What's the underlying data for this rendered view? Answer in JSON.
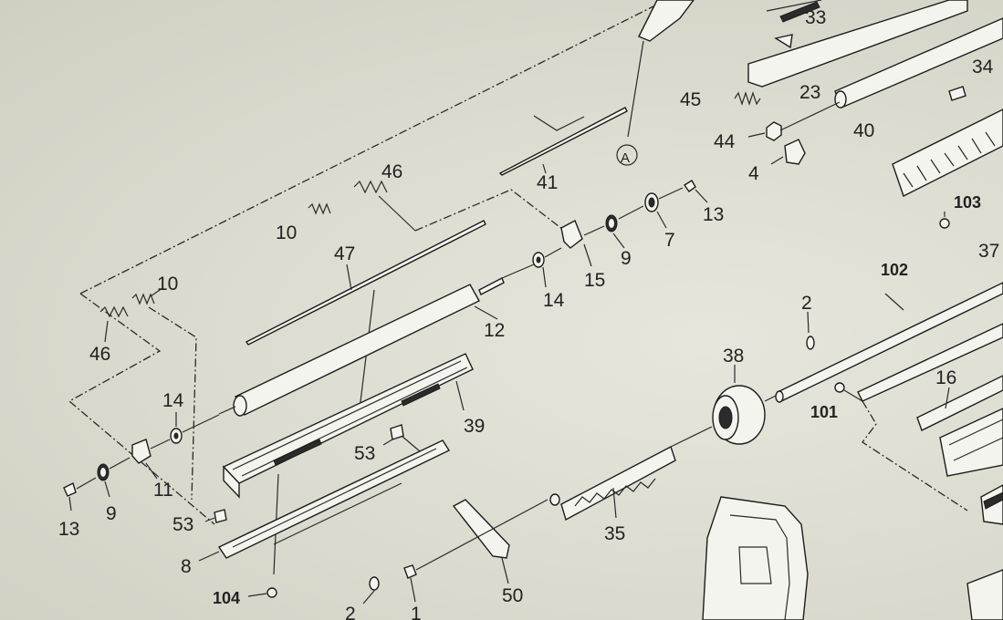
{
  "labels": {
    "p33": "33",
    "p23": "23",
    "p34": "34",
    "p45": "45",
    "p44": "44",
    "p4": "4",
    "p40": "40",
    "p103": "103",
    "pA": "A",
    "p41": "41",
    "p46a": "46",
    "p13a": "13",
    "p7": "7",
    "p10a": "10",
    "p9a": "9",
    "p15": "15",
    "p47": "47",
    "p14a": "14",
    "p12": "12",
    "p102": "102",
    "p37": "37",
    "p10b": "10",
    "p46b": "46",
    "p2a": "2",
    "p38": "38",
    "p14b": "14",
    "p39": "39",
    "p101": "101",
    "p16": "16",
    "p53a": "53",
    "p11": "11",
    "p9b": "9",
    "p13b": "13",
    "p53b": "53",
    "p35": "35",
    "p8": "8",
    "p104": "104",
    "p50": "50",
    "p2b": "2",
    "p1": "1"
  }
}
